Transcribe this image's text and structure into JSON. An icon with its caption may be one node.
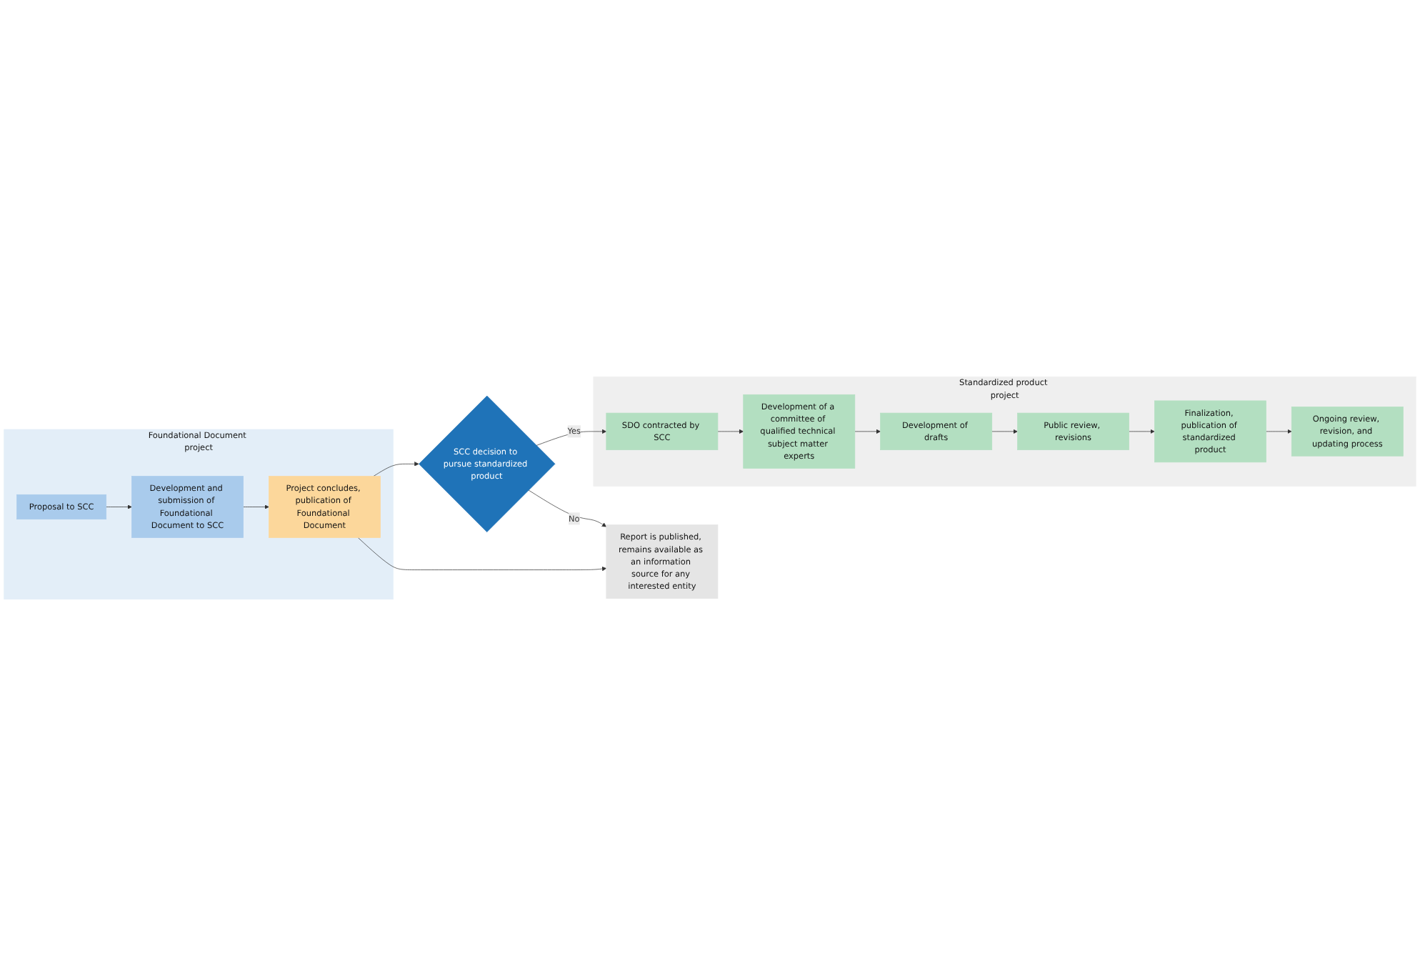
{
  "diagram": {
    "nodes": [
      {
        "text": [
          "Foundational Document project"
        ]
      },
      {
        "text": [
          "Proposal to SCC"
        ],
        "in": 0
      },
      {
        "text": [
          "Development and submission of Foundational Document to SCC"
        ],
        "in": 0
      },
      {
        "text": [
          "Project concludes, publication of Foundational Document"
        ],
        "in": 0
      },
      {
        "text": [
          "Report is published, remains available as an information source for any interested entity"
        ]
      },
      {
        "text": [
          "SCC decision to pursue standardized product"
        ]
      },
      {
        "text": [
          "Standardized product project"
        ]
      },
      {
        "text": [
          "SDO contracted by SCC"
        ],
        "in": 6
      },
      {
        "text": [
          "Development of a committee of qualified technical subject matter experts"
        ],
        "in": 6
      },
      {
        "text": [
          "Development of drafts"
        ],
        "in": 6
      },
      {
        "text": [
          "Public review, revisions"
        ],
        "in": 6
      },
      {
        "text": [
          "Finalization, publication of standardized product"
        ],
        "in": 6
      },
      {
        "text": [
          "Ongoing review, revision, and updating process"
        ],
        "in": 6
      }
    ],
    "edges": [
      {
        "from": 1,
        "to": 2,
        "arrow": "to"
      },
      {
        "from": 2,
        "to": 3,
        "arrow": "to"
      },
      {
        "from": 3,
        "to": 5,
        "arrow": "to"
      },
      {
        "from": 3,
        "to": 4,
        "arrow": "to"
      },
      {
        "from": 5,
        "to": 4,
        "arrow": "to",
        "label": "No"
      },
      {
        "from": 5,
        "to": 7,
        "arrow": "to",
        "label": "Yes"
      },
      {
        "from": 7,
        "to": 8,
        "arrow": "to"
      },
      {
        "from": 8,
        "to": 9,
        "arrow": "to"
      },
      {
        "from": 9,
        "to": 10,
        "arrow": "to"
      },
      {
        "from": 10,
        "to": 11,
        "arrow": "to"
      },
      {
        "from": 11,
        "to": 12,
        "arrow": "to"
      }
    ]
  }
}
